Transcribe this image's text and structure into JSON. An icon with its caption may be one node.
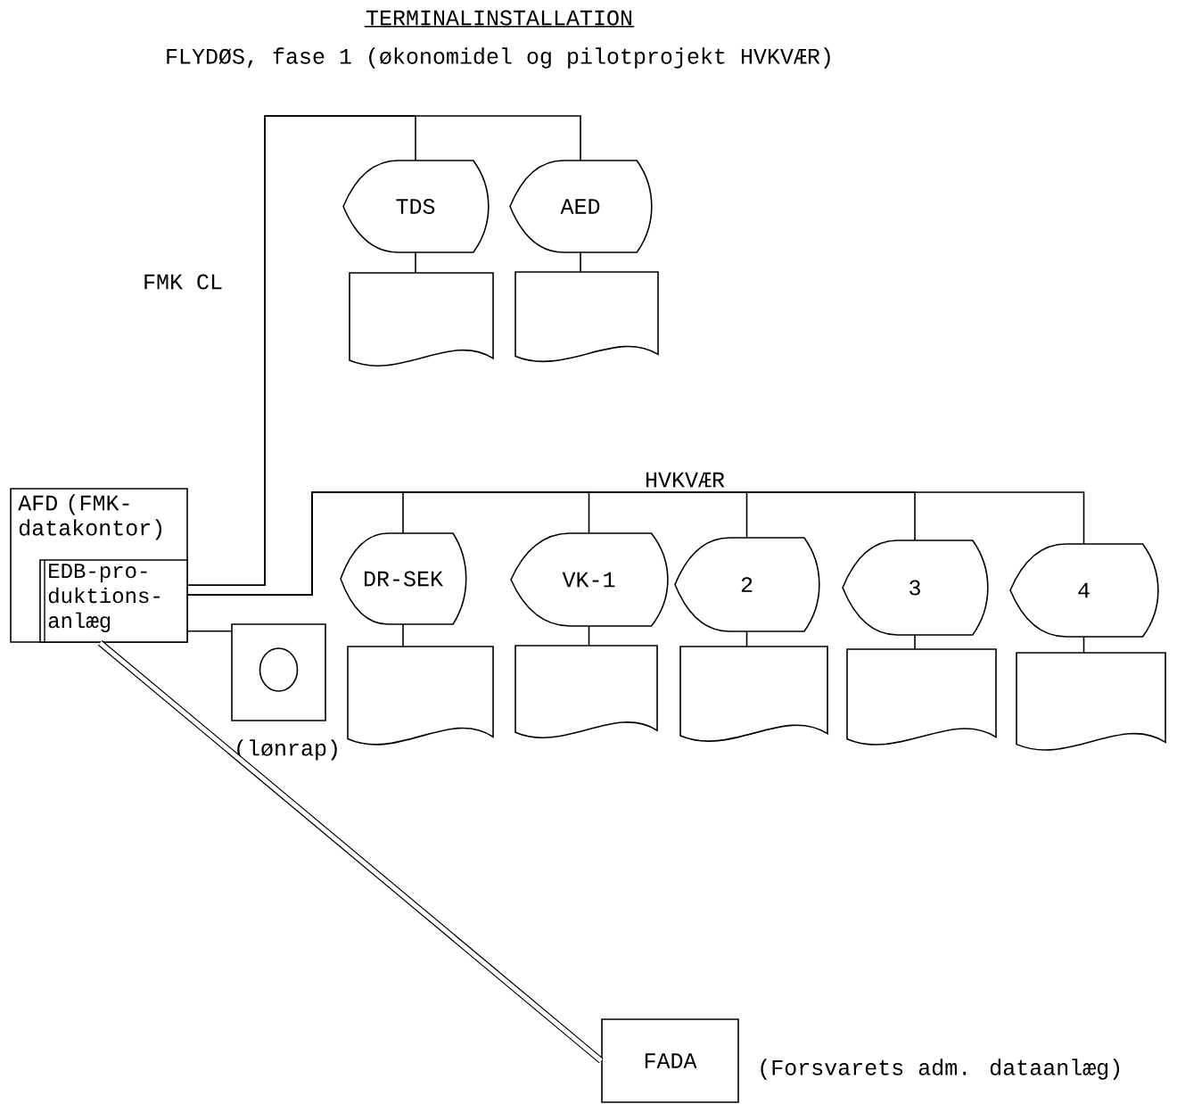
{
  "diagram": {
    "title": "TERMINALINSTALLATION",
    "nodes": [
      {
        "text": [
          "AFD (FMK- datakontor)"
        ]
      },
      {
        "text": [
          "EDB-pro- duktions- anlæg"
        ],
        "in": 0
      },
      {
        "text": [
          "TDS"
        ]
      },
      {
        "text": [],
        "shape": "document"
      },
      {
        "text": [
          "AED"
        ]
      },
      {
        "text": [],
        "shape": "document"
      },
      {
        "text": [
          "DR-SEK"
        ]
      },
      {
        "text": [],
        "shape": "document"
      },
      {
        "text": [
          "VK-1"
        ]
      },
      {
        "text": [],
        "shape": "document"
      },
      {
        "text": [
          "2"
        ]
      },
      {
        "text": [],
        "shape": "document"
      },
      {
        "text": [
          "3"
        ]
      },
      {
        "text": [],
        "shape": "document"
      },
      {
        "text": [
          "4"
        ]
      },
      {
        "text": [],
        "shape": "document"
      },
      {
        "text": [],
        "shape": "box",
        "beside": [
          "(lønrap)"
        ]
      },
      {
        "text": [
          "FADA"
        ],
        "beside": [
          "(Forsvarets adm. dataanlæg)"
        ]
      }
    ],
    "edges": [
      {
        "from": 1,
        "to": 2,
        "arrow": "none"
      },
      {
        "from": 1,
        "to": 4,
        "arrow": "none"
      },
      {
        "from": 2,
        "to": 3,
        "arrow": "none"
      },
      {
        "from": 4,
        "to": 5,
        "arrow": "none"
      },
      {
        "from": 1,
        "to": 6,
        "arrow": "none"
      },
      {
        "from": 1,
        "to": 8,
        "arrow": "none"
      },
      {
        "from": 1,
        "to": 10,
        "arrow": "none"
      },
      {
        "from": 1,
        "to": 12,
        "arrow": "none"
      },
      {
        "from": 1,
        "to": 14,
        "arrow": "none"
      },
      {
        "from": 6,
        "to": 7,
        "arrow": "none"
      },
      {
        "from": 8,
        "to": 9,
        "arrow": "none"
      },
      {
        "from": 10,
        "to": 11,
        "arrow": "none"
      },
      {
        "from": 12,
        "to": 13,
        "arrow": "none"
      },
      {
        "from": 14,
        "to": 15,
        "arrow": "none"
      },
      {
        "from": 1,
        "to": 16,
        "arrow": "none"
      },
      {
        "from": 1,
        "to": 17,
        "arrow": "none",
        "style": "thick"
      }
    ],
    "labels": [
      "FLYDØS, fase 1 (økonomidel og pilotprojekt HVKVÆR)",
      "FMK CL",
      "HVKVÆR"
    ]
  }
}
